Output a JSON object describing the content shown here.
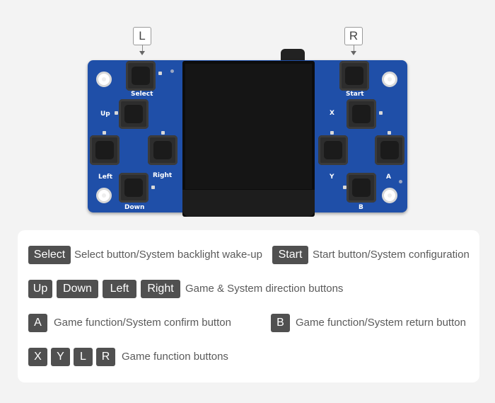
{
  "board": {
    "shoulder_left": "L",
    "shoulder_right": "R",
    "silkscreen": {
      "select": "Select",
      "start": "Start",
      "up": "Up",
      "left": "Left",
      "right": "Right",
      "down": "Down",
      "x": "X",
      "y": "Y",
      "a": "A",
      "b": "B"
    }
  },
  "legend": {
    "select_key": "Select",
    "select_desc": "Select button/System backlight wake-up",
    "start_key": "Start",
    "start_desc": "Start button/System configuration",
    "direction_keys": [
      "Up",
      "Down",
      "Left",
      "Right"
    ],
    "direction_desc": "Game & System direction buttons",
    "a_key": "A",
    "a_desc": "Game function/System confirm button",
    "b_key": "B",
    "b_desc": "Game function/System return button",
    "function_keys": [
      "X",
      "Y",
      "L",
      "R"
    ],
    "function_desc": "Game function buttons"
  }
}
